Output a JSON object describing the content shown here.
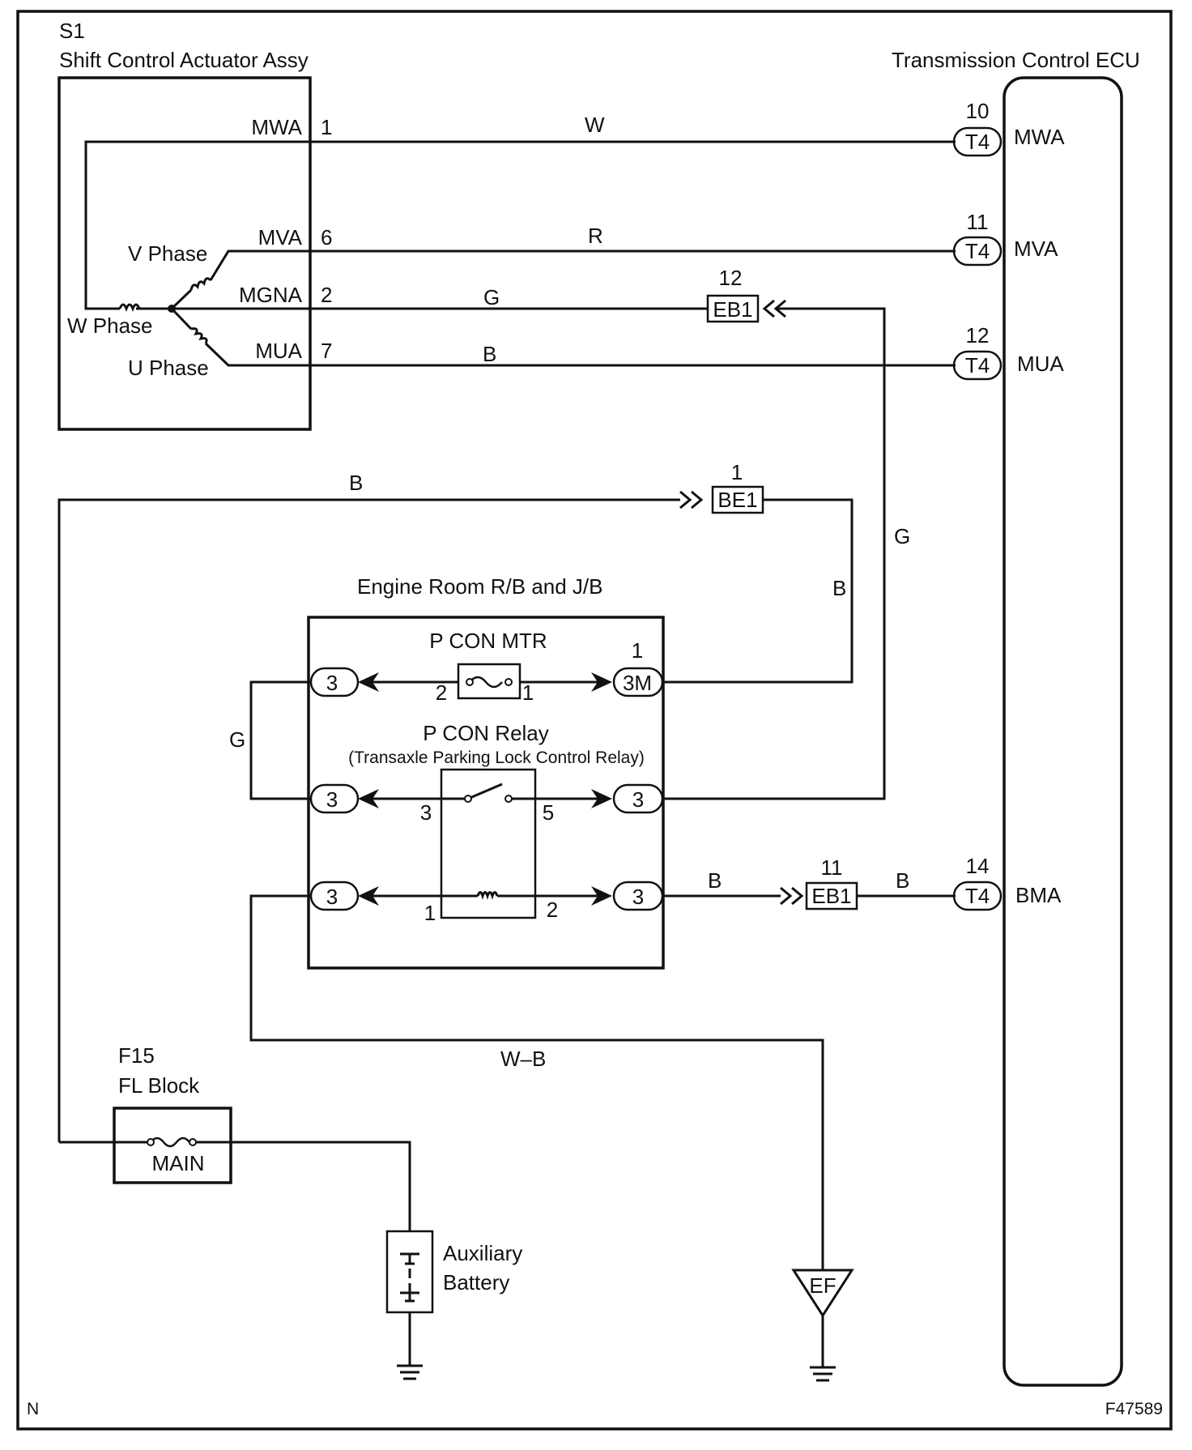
{
  "actuator": {
    "ref": "S1",
    "name": "Shift Control Actuator Assy"
  },
  "ecu": {
    "name": "Transmission Control ECU"
  },
  "phases": {
    "v": "V Phase",
    "w": "W Phase",
    "u": "U Phase"
  },
  "act_pins": [
    {
      "name": "MWA",
      "num": "1",
      "wire": "W"
    },
    {
      "name": "MVA",
      "num": "6",
      "wire": "R"
    },
    {
      "name": "MGNA",
      "num": "2",
      "wire": "G"
    },
    {
      "name": "MUA",
      "num": "7",
      "wire": "B"
    }
  ],
  "ecu_pins": [
    {
      "num": "10",
      "conn": "T4",
      "name": "MWA"
    },
    {
      "num": "11",
      "conn": "T4",
      "name": "MVA"
    },
    {
      "num": "12",
      "conn": "T4",
      "name": "MUA"
    },
    {
      "num": "14",
      "conn": "T4",
      "name": "BMA"
    }
  ],
  "eb1_ground": {
    "num": "12",
    "label": "EB1"
  },
  "be1": {
    "num": "1",
    "label": "BE1"
  },
  "eb1_bma": {
    "num": "11",
    "label": "EB1"
  },
  "wires": {
    "be1_top": "B",
    "be1_down": "B",
    "g_right": "G",
    "g_left": "G",
    "bma_1": "B",
    "bma_2": "B",
    "ground": "W–B"
  },
  "rb": {
    "title": "Engine Room R/B and J/B",
    "fuse": "P CON MTR",
    "fuse_pin_left": "2",
    "fuse_pin_right": "1",
    "conn_3m_num": "1",
    "conn_3m": "3M",
    "relay": "P CON Relay",
    "relay_sub": "(Transaxle Parking Lock Control Relay)",
    "relay_pin3": "3",
    "relay_pin5": "5",
    "relay_pin1": "1",
    "relay_pin2": "2",
    "conn3": "3"
  },
  "fl_block": {
    "ref": "F15",
    "name": "FL Block",
    "fuse": "MAIN"
  },
  "battery": {
    "line1": "Auxiliary",
    "line2": "Battery"
  },
  "ground_ef": "EF",
  "corner_left": "N",
  "corner_right": "F47589"
}
